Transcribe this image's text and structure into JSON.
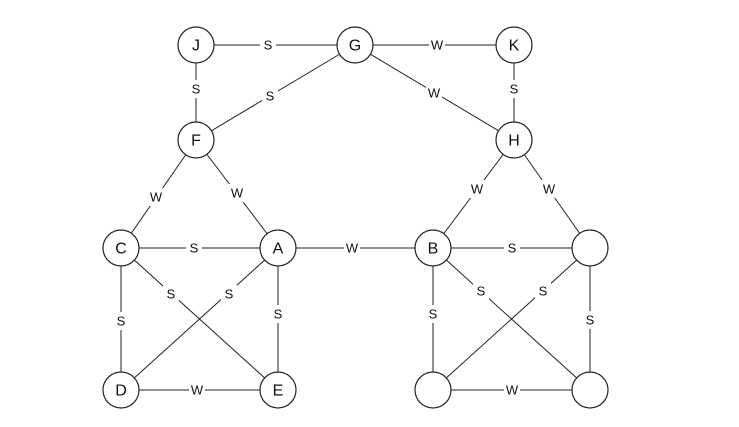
{
  "diagram": {
    "nodes": [
      {
        "id": "J",
        "label": "J"
      },
      {
        "id": "G",
        "label": "G"
      },
      {
        "id": "K",
        "label": "K"
      },
      {
        "id": "F",
        "label": "F"
      },
      {
        "id": "H",
        "label": "H"
      },
      {
        "id": "C",
        "label": "C"
      },
      {
        "id": "A",
        "label": "A"
      },
      {
        "id": "B",
        "label": "B"
      },
      {
        "id": "N1",
        "label": ""
      },
      {
        "id": "D",
        "label": "D"
      },
      {
        "id": "E",
        "label": "E"
      },
      {
        "id": "N2",
        "label": ""
      },
      {
        "id": "N3",
        "label": ""
      }
    ],
    "edges": [
      {
        "from": "J",
        "to": "G",
        "label": "S"
      },
      {
        "from": "G",
        "to": "K",
        "label": "W"
      },
      {
        "from": "J",
        "to": "F",
        "label": "S"
      },
      {
        "from": "G",
        "to": "F",
        "label": "S"
      },
      {
        "from": "G",
        "to": "H",
        "label": "W"
      },
      {
        "from": "K",
        "to": "H",
        "label": "S"
      },
      {
        "from": "F",
        "to": "C",
        "label": "W"
      },
      {
        "from": "F",
        "to": "A",
        "label": "W"
      },
      {
        "from": "H",
        "to": "B",
        "label": "W"
      },
      {
        "from": "H",
        "to": "N1",
        "label": "W"
      },
      {
        "from": "C",
        "to": "A",
        "label": "S"
      },
      {
        "from": "A",
        "to": "B",
        "label": "W"
      },
      {
        "from": "B",
        "to": "N1",
        "label": "S"
      },
      {
        "from": "C",
        "to": "E",
        "label": "S"
      },
      {
        "from": "A",
        "to": "D",
        "label": "S"
      },
      {
        "from": "C",
        "to": "D",
        "label": "S"
      },
      {
        "from": "A",
        "to": "E",
        "label": "S"
      },
      {
        "from": "D",
        "to": "E",
        "label": "W"
      },
      {
        "from": "B",
        "to": "N2",
        "label": "S"
      },
      {
        "from": "B",
        "to": "N3",
        "label": "S"
      },
      {
        "from": "N1",
        "to": "N2",
        "label": "S"
      },
      {
        "from": "N1",
        "to": "N3",
        "label": "S"
      },
      {
        "from": "N2",
        "to": "N3",
        "label": "W"
      }
    ]
  }
}
